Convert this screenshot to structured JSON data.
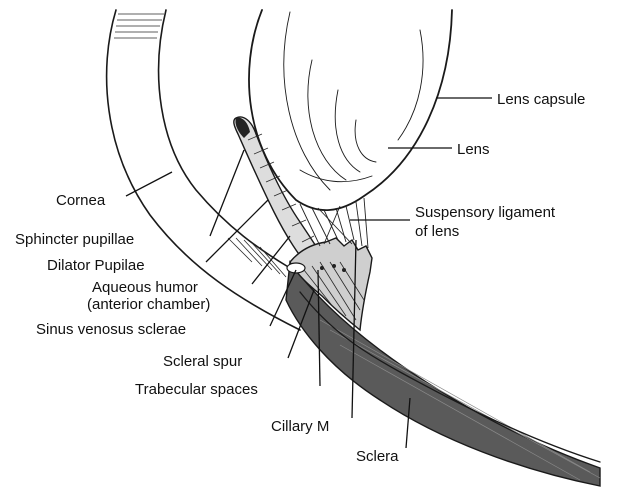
{
  "labels": {
    "lens_capsule": "Lens capsule",
    "lens": "Lens",
    "suspensory_line1": "Suspensory ligament",
    "suspensory_line2": "of lens",
    "cornea": "Cornea",
    "sphincter_pupillae": "Sphincter pupillae",
    "dilator_pupilae": "Dilator Pupilae",
    "aqueous_line1": "Aqueous humor",
    "aqueous_line2": "(anterior chamber)",
    "sinus_venosus": "Sinus venosus sclerae",
    "scleral_spur": "Scleral spur",
    "trabecular_spaces": "Trabecular spaces",
    "ciliary_m": "Cillary M",
    "sclera": "Sclera"
  },
  "colors": {
    "ink": "#111111",
    "sclera_fill": "#5a5a5a",
    "background": "#ffffff"
  }
}
